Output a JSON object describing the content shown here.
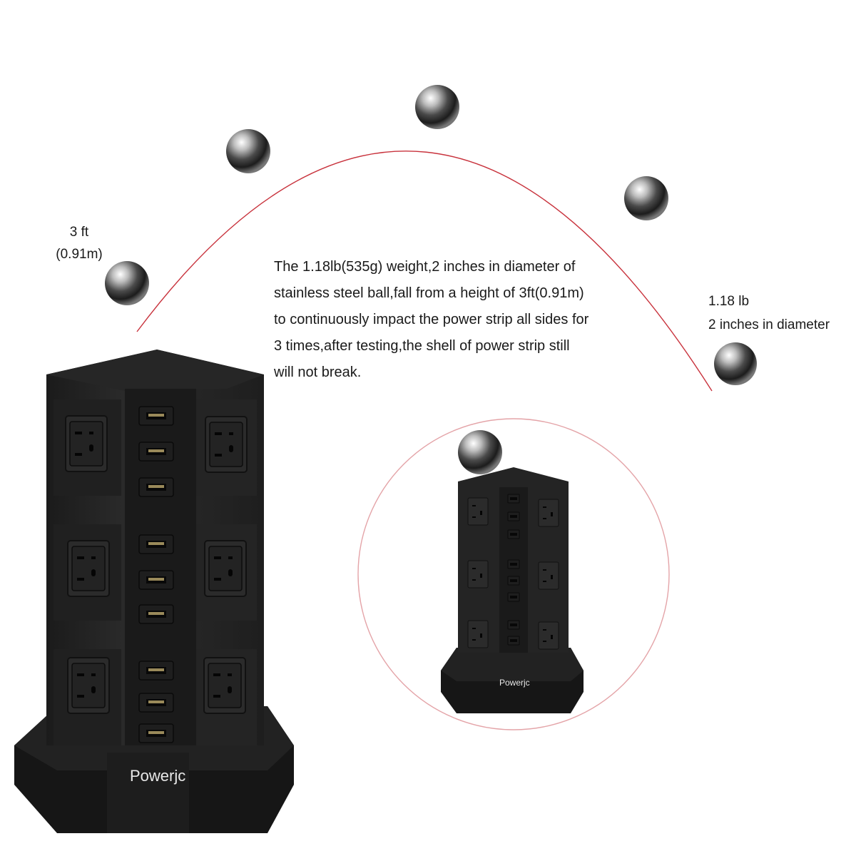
{
  "description": {
    "lines": [
      "The 1.18lb(535g) weight,2 inches in diameter of",
      "stainless steel ball,fall from a height of 3ft(0.91m)",
      "to continuously impact the power strip all sides for",
      "3 times,after testing,the shell of power strip still",
      "will not break."
    ]
  },
  "height_label": {
    "line1": "3 ft",
    "line2": "(0.91m)"
  },
  "ball_label": {
    "line1": "1.18 lb",
    "line2": "2 inches in diameter"
  },
  "brand": "Powerjc",
  "colors": {
    "arc": "#c8323c",
    "body": "#2a2a2a",
    "ball": "#8a8a8a"
  }
}
